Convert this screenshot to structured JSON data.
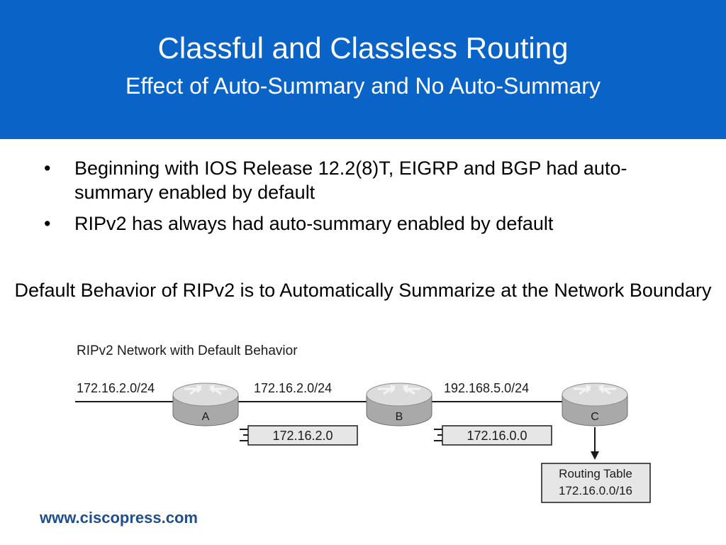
{
  "slide": {
    "title": "Classful and Classless Routing",
    "subtitle": "Effect of Auto-Summary and No Auto-Summary",
    "bullets": [
      "Beginning with IOS Release 12.2(8)T, EIGRP and BGP had auto-summary enabled by default",
      "RIPv2 has always had auto-summary enabled by default"
    ],
    "caption": "Default Behavior of RIPv2 is to Automatically Summarize at the Network Boundary",
    "footer": "www.ciscopress.com"
  },
  "diagram": {
    "title": "RIPv2 Network with Default Behavior",
    "links": [
      "172.16.2.0/24",
      "172.16.2.0/24",
      "192.168.5.0/24"
    ],
    "routers": [
      "A",
      "B",
      "C"
    ],
    "updates": [
      "172.16.2.0",
      "172.16.0.0"
    ],
    "routing_table": {
      "heading": "Routing Table",
      "entry": "172.16.0.0/16"
    }
  },
  "colors": {
    "header": "#0a64c8",
    "footer": "#1f4e8c",
    "router_top": "#dcdcdc",
    "router_body": "#a9a9a9",
    "box_fill": "#e6e6e6"
  }
}
